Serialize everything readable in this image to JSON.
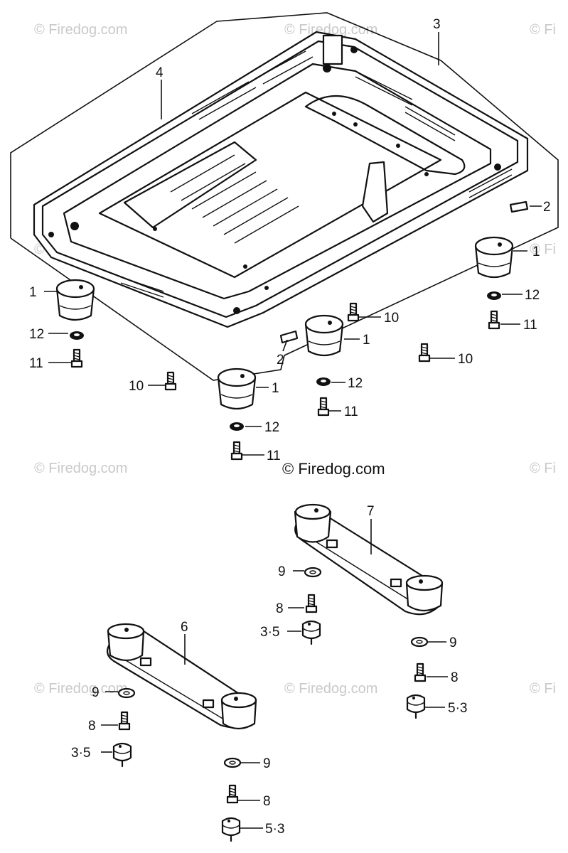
{
  "watermarks": {
    "small": "© Firedog.com",
    "clipped": "© Fi",
    "main": "© Firedog.com"
  },
  "callouts": {
    "c1a": "1",
    "c1b": "1",
    "c1c": "1",
    "c1d": "1",
    "c2a": "2",
    "c2b": "2",
    "c3": "3",
    "c4": "4",
    "c6": "6",
    "c7": "7",
    "c8a": "8",
    "c8b": "8",
    "c8c": "8",
    "c8d": "8",
    "c9a": "9",
    "c9b": "9",
    "c9c": "9",
    "c9d": "9",
    "c10a": "10",
    "c10b": "10",
    "c10c": "10",
    "c11a": "11",
    "c11b": "11",
    "c11c": "11",
    "c11d": "11",
    "c12a": "12",
    "c12b": "12",
    "c12c": "12",
    "c12d": "12",
    "c35a": "3·5",
    "c35b": "3·5",
    "c53a": "5·3",
    "c53b": "5·3"
  }
}
